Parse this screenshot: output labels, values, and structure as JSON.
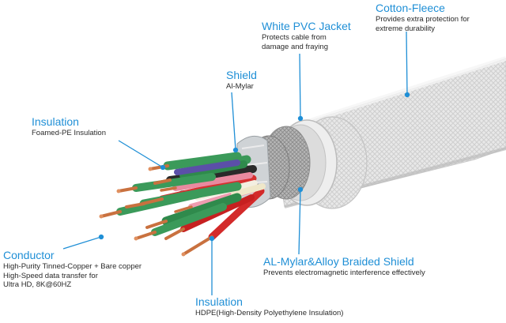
{
  "callouts": {
    "insulation_top": {
      "title": "Insulation",
      "desc": "Foamed-PE Insulation"
    },
    "shield": {
      "title": "Shield",
      "desc": "Al-Mylar"
    },
    "jacket": {
      "title": "White PVC Jacket",
      "desc": "Protects cable from\ndamage and fraying"
    },
    "fleece": {
      "title": "Cotton-Fleece",
      "desc": "Provides extra protection for\nextreme durability"
    },
    "conductor": {
      "title": "Conductor",
      "desc": "High-Purity Tinned-Copper + Bare copper\nHigh-Speed data transfer for\nUltra HD, 8K@60HZ"
    },
    "braid": {
      "title": "AL-Mylar&Alloy Braided Shield",
      "desc": "Prevents electromagnetic interference effectively"
    },
    "insulation_bottom": {
      "title": "Insulation",
      "desc": "HDPE(High-Density Polyethylene Insulation)"
    }
  },
  "colors": {
    "accent": "#1f8fd6",
    "copper": "#c9713f",
    "jacket": "#e6e6e6",
    "braid": "#b9b9b9",
    "green_wire": "#3b9a5a",
    "red_wire": "#d32a2a",
    "black_wire": "#222222"
  }
}
